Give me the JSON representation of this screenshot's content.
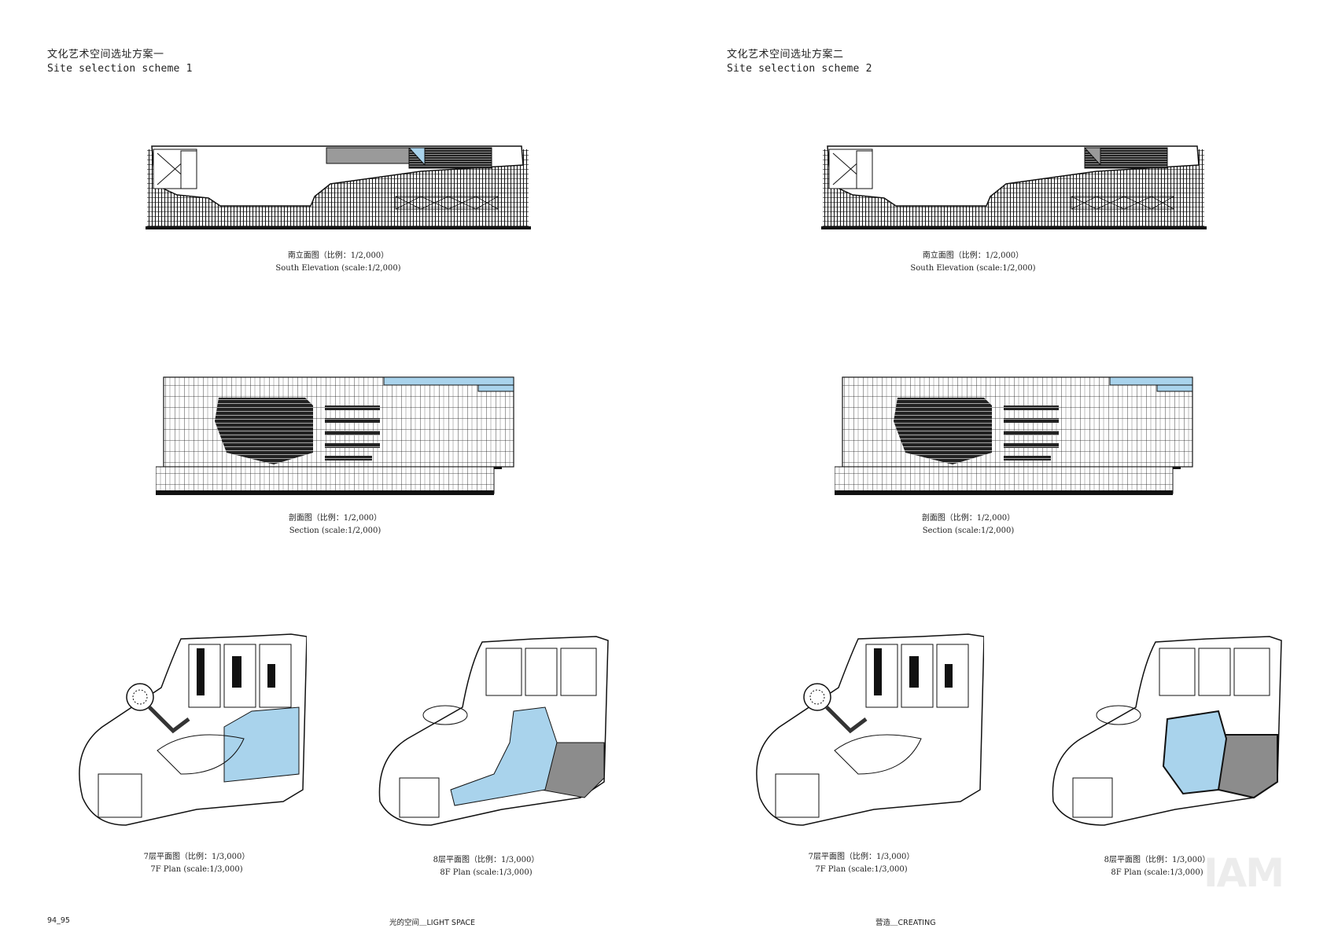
{
  "left": {
    "title_cn": "文化艺术空间选址方案一",
    "title_en": "Site selection scheme 1",
    "elevation_cn": "南立面图（比例：1/2,000）",
    "elevation_en": "South Elevation (scale:1/2,000)",
    "section_cn": "剖面图（比例：1/2,000）",
    "section_en": "Section (scale:1/2,000)",
    "plan7_cn": "7层平面图（比例：1/3,000）",
    "plan7_en": "7F Plan (scale:1/3,000)",
    "plan8_cn": "8层平面图（比例：1/3,000）",
    "plan8_en": "8F Plan (scale:1/3,000)"
  },
  "right": {
    "title_cn": "文化艺术空间选址方案二",
    "title_en": "Site selection scheme 2",
    "elevation_cn": "南立面图（比例：1/2,000）",
    "elevation_en": "South Elevation (scale:1/2,000)",
    "section_cn": "剖面图（比例：1/2,000）",
    "section_en": "Section (scale:1/2,000)",
    "plan7_cn": "7层平面图（比例：1/3,000）",
    "plan7_en": "7F Plan (scale:1/3,000)",
    "plan8_cn": "8层平面图（比例：1/3,000）",
    "plan8_en": "8F Plan (scale:1/3,000)"
  },
  "footer": {
    "page_numbers": "94_95",
    "left_running": "光的空间＿LIGHT SPACE",
    "right_running": "营造＿CREATING"
  },
  "watermark": "IAM",
  "colors": {
    "highlight_blue": "#a9d3ec",
    "highlight_gray": "#8c8c8c",
    "line": "#111111"
  }
}
